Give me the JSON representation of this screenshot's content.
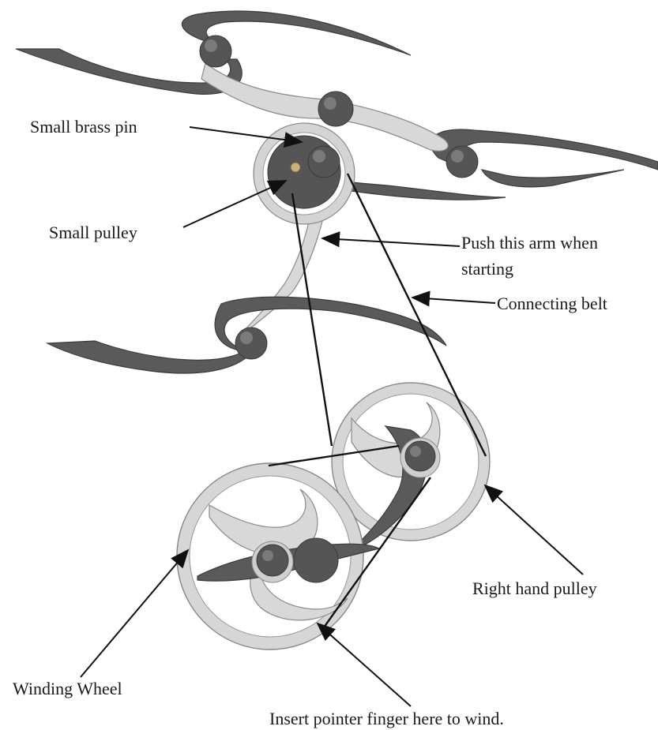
{
  "labels": {
    "small_brass_pin": "Small brass pin",
    "small_pulley": "Small pulley",
    "push_arm_line1": "Push this arm when",
    "push_arm_line2": "starting",
    "connecting_belt": "Connecting belt",
    "right_hand_pulley": "Right hand pulley",
    "winding_wheel": "Winding Wheel",
    "insert_finger": "Insert pointer finger here to wind."
  },
  "colors": {
    "dark_metal": "#5a5a5a",
    "light_metal": "#d8d8d8",
    "outline": "#111111",
    "background": "#ffffff"
  }
}
